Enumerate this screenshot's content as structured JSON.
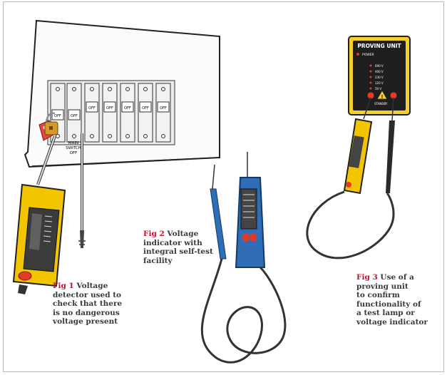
{
  "colors": {
    "accent_red": "#c8102e",
    "detector_yellow": "#f2c500",
    "indicator_blue": "#2f6db6",
    "proving_unit_body": "#f5cf2f",
    "panel_fill": "#ececec",
    "outline": "#222222"
  },
  "figures": [
    {
      "number": "Fig 1",
      "caption_lines": [
        "Voltage",
        "detector used to",
        "check that there",
        "is no dangerous",
        "voltage present"
      ]
    },
    {
      "number": "Fig 2",
      "caption_lines": [
        "Voltage",
        "indicator with",
        "integral self-test",
        "facility"
      ]
    },
    {
      "number": "Fig 3",
      "caption_lines": [
        "Use of a",
        "proving unit",
        "to confirm",
        "functionality of",
        "a test lamp or",
        "voltage indicator"
      ]
    }
  ],
  "consumer_unit": {
    "breaker_labels": [
      "OFF",
      "OFF",
      "OFF",
      "OFF",
      "OFF",
      "OFF",
      "OFF"
    ],
    "main_switch_label": [
      "MAIN",
      "SWITCH",
      "OFF"
    ]
  },
  "proving_unit": {
    "title": "PROVING UNIT",
    "power_label": "POWER",
    "levels": [
      "690 V",
      "400 V",
      "230 V",
      "120 V",
      "50 V"
    ],
    "standby_label": "STANDBY"
  },
  "icons": [
    "padlock-icon",
    "lockout-tag-icon",
    "warning-triangle-icon"
  ]
}
